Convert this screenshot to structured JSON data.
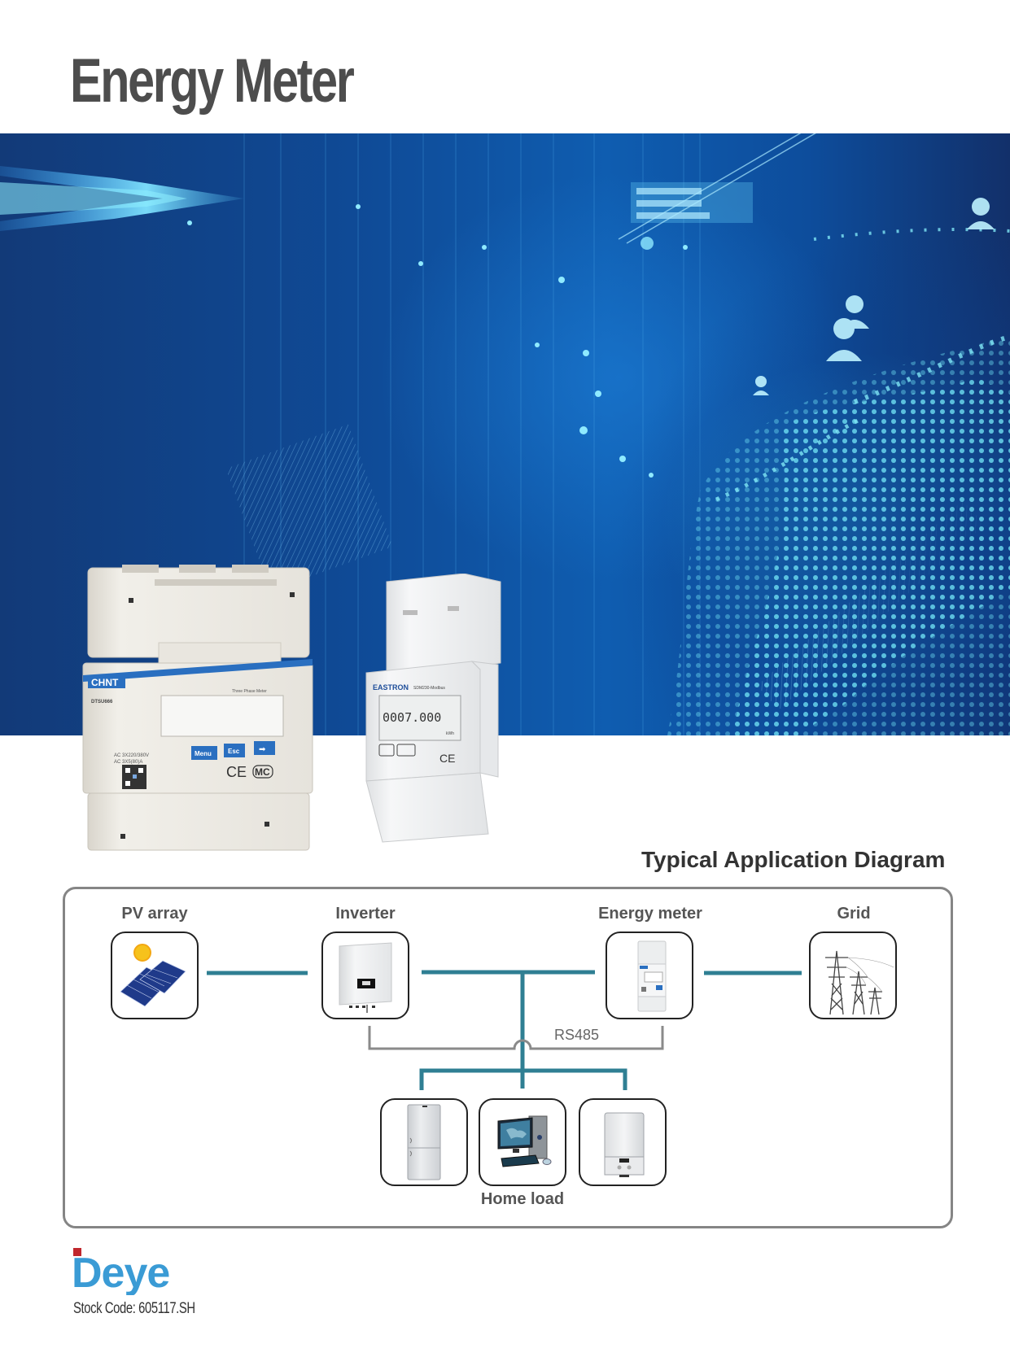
{
  "page": {
    "title": "Energy Meter"
  },
  "colors": {
    "title": "#4d4d4d",
    "banner_dark": "#123a78",
    "banner_glow": "#4fd0f0",
    "connection_teal": "#2f7f93",
    "rs485_gray": "#8a8a8a",
    "deye_blue": "#3a9bd5",
    "deye_red": "#c0272d"
  },
  "products": [
    {
      "name": "three-phase-meter",
      "brand": "CHNT",
      "model": "DTSU666",
      "subtitle": "Three Phase Meter",
      "rating_1": "AC 3X220/380V",
      "rating_2": "AC 3X5(80)A",
      "buttons": [
        "Menu",
        "Esc",
        "➡"
      ],
      "marks": [
        "CE",
        "MC"
      ]
    },
    {
      "name": "single-phase-meter",
      "brand": "EASTRON",
      "model": "SDM230-Modbus",
      "display_value": "0007.000",
      "display_unit": "kWh",
      "marks": [
        "CE"
      ]
    }
  ],
  "diagram": {
    "heading": "Typical Application Diagram",
    "nodes": [
      {
        "id": "pv",
        "label": "PV array",
        "icon": "solar-panel-icon"
      },
      {
        "id": "inverter",
        "label": "Inverter",
        "icon": "inverter-icon"
      },
      {
        "id": "meter",
        "label": "Energy meter",
        "icon": "energy-meter-icon"
      },
      {
        "id": "grid",
        "label": "Grid",
        "icon": "power-tower-icon"
      }
    ],
    "home_load": {
      "label": "Home load",
      "items": [
        {
          "id": "fridge",
          "icon": "refrigerator-icon"
        },
        {
          "id": "computer",
          "icon": "desktop-computer-icon"
        },
        {
          "id": "boiler",
          "icon": "water-heater-icon"
        }
      ]
    },
    "comm_label": "RS485"
  },
  "footer": {
    "brand": "Deye",
    "stock_code": "Stock Code: 605117.SH"
  }
}
